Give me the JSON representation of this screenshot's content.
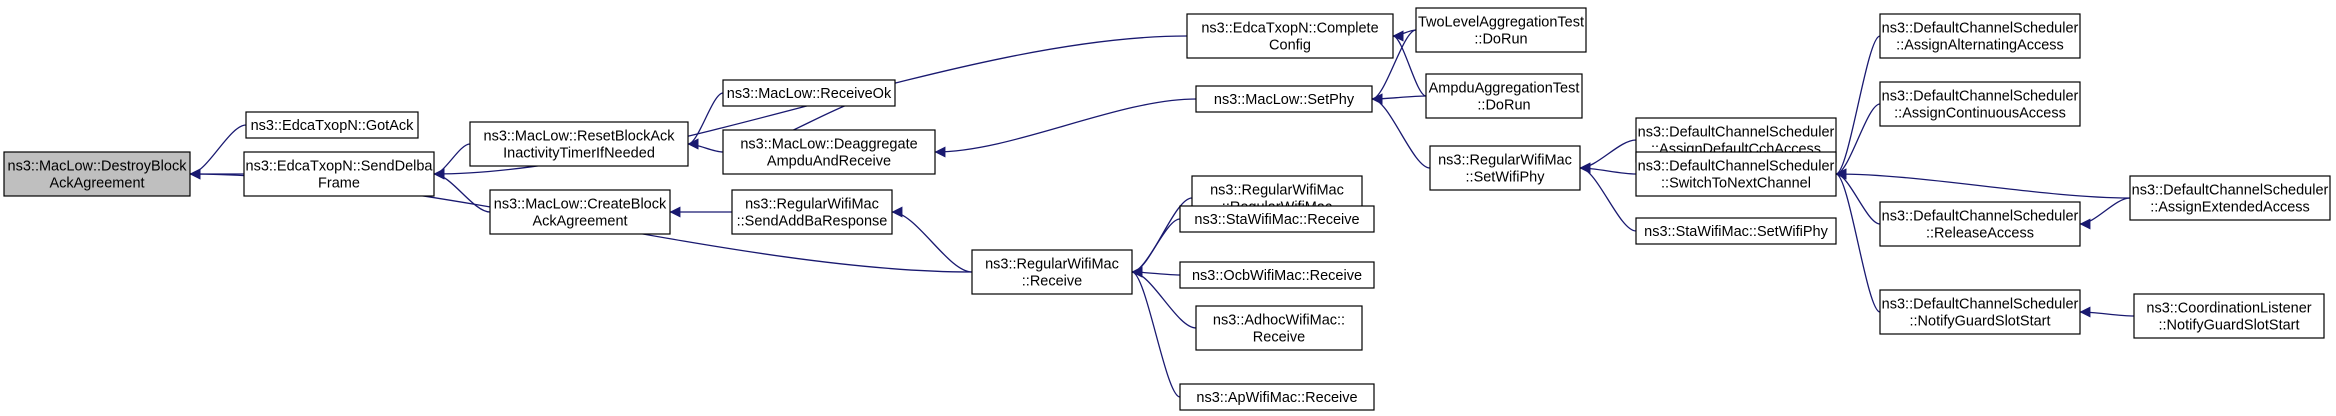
{
  "colors": {
    "root_fill": "#bfbfbf",
    "node_fill": "#ffffff",
    "border": "#000000",
    "edge": "#191970",
    "text": "#000000"
  },
  "nodes": [
    {
      "id": "n0",
      "lines": [
        "ns3::MacLow::DestroyBlock",
        "AckAgreement"
      ],
      "root": true
    },
    {
      "id": "n1",
      "lines": [
        "ns3::EdcaTxopN::GotAck"
      ]
    },
    {
      "id": "n2",
      "lines": [
        "ns3::EdcaTxopN::SendDelba",
        "Frame"
      ]
    },
    {
      "id": "n3",
      "lines": [
        "ns3::MacLow::ResetBlockAck",
        "InactivityTimerIfNeeded"
      ]
    },
    {
      "id": "n4",
      "lines": [
        "ns3::MacLow::CreateBlock",
        "AckAgreement"
      ]
    },
    {
      "id": "n5",
      "lines": [
        "ns3::MacLow::ReceiveOk"
      ]
    },
    {
      "id": "n6",
      "lines": [
        "ns3::MacLow::Deaggregate",
        "AmpduAndReceive"
      ]
    },
    {
      "id": "n7",
      "lines": [
        "ns3::RegularWifiMac",
        "::SendAddBaResponse"
      ]
    },
    {
      "id": "n8",
      "lines": [
        "ns3::RegularWifiMac",
        "::Receive"
      ]
    },
    {
      "id": "n9",
      "lines": [
        "ns3::EdcaTxopN::Complete",
        "Config"
      ]
    },
    {
      "id": "n10",
      "lines": [
        "ns3::MacLow::SetPhy"
      ]
    },
    {
      "id": "n11",
      "lines": [
        "ns3::RegularWifiMac",
        "::RegularWifiMac"
      ]
    },
    {
      "id": "n12",
      "lines": [
        "ns3::StaWifiMac::Receive"
      ]
    },
    {
      "id": "n13",
      "lines": [
        "ns3::OcbWifiMac::Receive"
      ]
    },
    {
      "id": "n14",
      "lines": [
        "ns3::AdhocWifiMac::",
        "Receive"
      ]
    },
    {
      "id": "n15",
      "lines": [
        "ns3::ApWifiMac::Receive"
      ]
    },
    {
      "id": "n16",
      "lines": [
        "TwoLevelAggregationTest",
        "::DoRun"
      ]
    },
    {
      "id": "n17",
      "lines": [
        "AmpduAggregationTest",
        "::DoRun"
      ]
    },
    {
      "id": "n18",
      "lines": [
        "ns3::RegularWifiMac",
        "::SetWifiPhy"
      ]
    },
    {
      "id": "n19",
      "lines": [
        "ns3::DefaultChannelScheduler",
        "::AssignDefaultCchAccess"
      ]
    },
    {
      "id": "n20",
      "lines": [
        "ns3::DefaultChannelScheduler",
        "::SwitchToNextChannel"
      ]
    },
    {
      "id": "n21",
      "lines": [
        "ns3::StaWifiMac::SetWifiPhy"
      ]
    },
    {
      "id": "n22",
      "lines": [
        "ns3::DefaultChannelScheduler",
        "::AssignAlternatingAccess"
      ]
    },
    {
      "id": "n23",
      "lines": [
        "ns3::DefaultChannelScheduler",
        "::AssignContinuousAccess"
      ]
    },
    {
      "id": "n24",
      "lines": [
        "ns3::DefaultChannelScheduler",
        "::ReleaseAccess"
      ]
    },
    {
      "id": "n25",
      "lines": [
        "ns3::DefaultChannelScheduler",
        "::NotifyGuardSlotStart"
      ]
    },
    {
      "id": "n26",
      "lines": [
        "ns3::DefaultChannelScheduler",
        "::AssignExtendedAccess"
      ]
    },
    {
      "id": "n27",
      "lines": [
        "ns3::CoordinationListener",
        "::NotifyGuardSlotStart"
      ]
    }
  ],
  "edges": [
    {
      "from": "n1",
      "to": "n0"
    },
    {
      "from": "n2",
      "to": "n0"
    },
    {
      "from": "n8",
      "to": "n0"
    },
    {
      "from": "n3",
      "to": "n2"
    },
    {
      "from": "n4",
      "to": "n2"
    },
    {
      "from": "n9",
      "to": "n2"
    },
    {
      "from": "n5",
      "to": "n3"
    },
    {
      "from": "n6",
      "to": "n3"
    },
    {
      "from": "n7",
      "to": "n4"
    },
    {
      "from": "n6",
      "to": "n5"
    },
    {
      "from": "n10",
      "to": "n6"
    },
    {
      "from": "n8",
      "to": "n7"
    },
    {
      "from": "n11",
      "to": "n8"
    },
    {
      "from": "n12",
      "to": "n8"
    },
    {
      "from": "n13",
      "to": "n8"
    },
    {
      "from": "n14",
      "to": "n8"
    },
    {
      "from": "n15",
      "to": "n8"
    },
    {
      "from": "n16",
      "to": "n9"
    },
    {
      "from": "n17",
      "to": "n9"
    },
    {
      "from": "n16",
      "to": "n10"
    },
    {
      "from": "n17",
      "to": "n10"
    },
    {
      "from": "n18",
      "to": "n10"
    },
    {
      "from": "n19",
      "to": "n18"
    },
    {
      "from": "n20",
      "to": "n18"
    },
    {
      "from": "n21",
      "to": "n18"
    },
    {
      "from": "n22",
      "to": "n20"
    },
    {
      "from": "n23",
      "to": "n20"
    },
    {
      "from": "n24",
      "to": "n20"
    },
    {
      "from": "n25",
      "to": "n20"
    },
    {
      "from": "n26",
      "to": "n20"
    },
    {
      "from": "n26",
      "to": "n24"
    },
    {
      "from": "n27",
      "to": "n25"
    }
  ]
}
